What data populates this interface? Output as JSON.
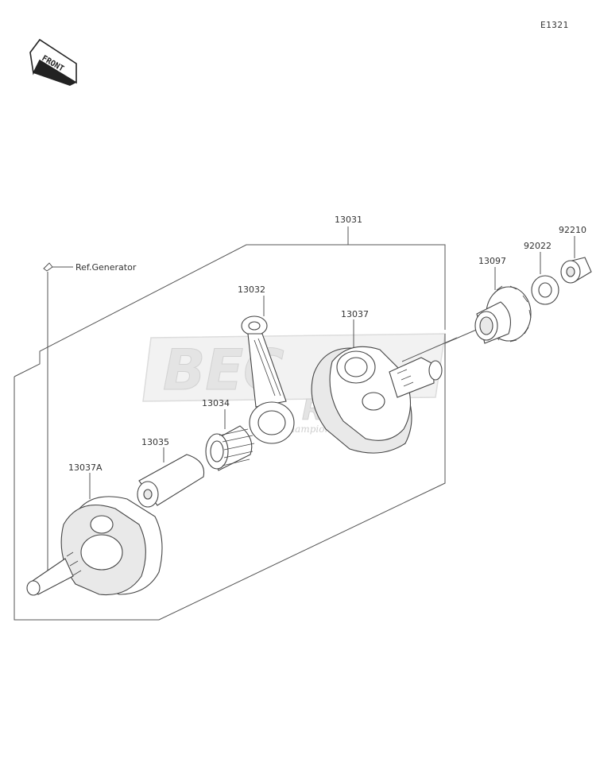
{
  "page_code": "E1321",
  "front_label": "FRONT",
  "reference": "Ref.Generator",
  "parts": {
    "p13031": "13031",
    "p13032": "13032",
    "p13034": "13034",
    "p13035": "13035",
    "p13037": "13037",
    "p13037A": "13037A",
    "p13097": "13097",
    "p92022": "92022",
    "p92210": "92210"
  },
  "watermark": {
    "brand_top": "BEC",
    "brand_bottom": "Racing",
    "tagline": "the ... champions ... racing"
  }
}
